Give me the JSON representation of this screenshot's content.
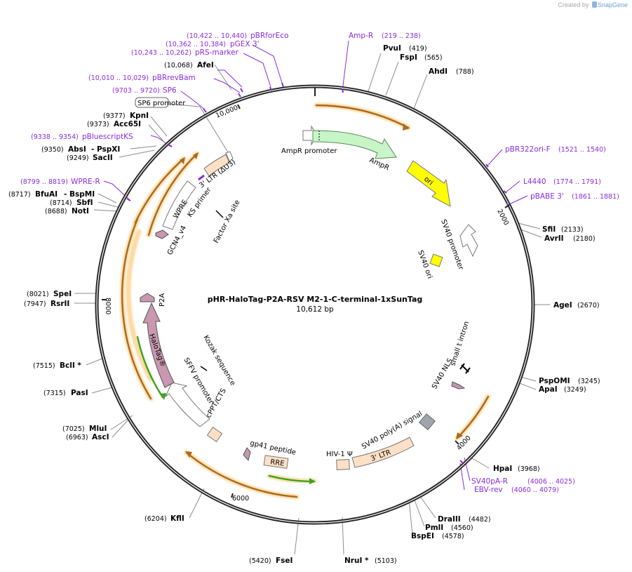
{
  "header": {
    "created_by": "Created by",
    "brand": "SnapGene"
  },
  "plasmid": {
    "name": "pHR-HaloTag-P2A-RSV M2-1-C-terminal-1xSunTag",
    "size_label": "10,612 bp",
    "length": 10612
  },
  "colors": {
    "backbone": "#222222",
    "primer": "#8a2be2",
    "ampr": "#c8f5c8",
    "ori": "#ffff00",
    "ltr": "#fde0c5",
    "halotag": "#c897b0",
    "gray": "#a0a4ab",
    "orf_orange": "#a86b1f",
    "orf_green": "#3aa21a",
    "orf_glow": "#ffd9a0"
  },
  "ticks": [
    {
      "label": "2000"
    },
    {
      "label": "4000"
    },
    {
      "label": "6000"
    },
    {
      "label": "8000"
    },
    {
      "label": "10,000"
    }
  ],
  "enzymes": [
    {
      "name": "PvuI",
      "pos": "(419)"
    },
    {
      "name": "FspI",
      "pos": "(565)"
    },
    {
      "name": "AhdI",
      "pos": "(788)"
    },
    {
      "name": "SfiI",
      "pos": "(2133)"
    },
    {
      "name": "AvrII",
      "pos": "(2180)"
    },
    {
      "name": "AgeI",
      "pos": "(2670)"
    },
    {
      "name": "PspOMI",
      "pos": "(3245)"
    },
    {
      "name": "ApaI",
      "pos": "(3249)"
    },
    {
      "name": "HpaI",
      "pos": "(3968)"
    },
    {
      "name": "DraIII",
      "pos": "(4482)"
    },
    {
      "name": "PmlI",
      "pos": "(4560)"
    },
    {
      "name": "BspEI",
      "pos": "(4578)"
    },
    {
      "name": "NruI *",
      "pos": "(5103)"
    },
    {
      "name": "FseI",
      "pos": "(5420)"
    },
    {
      "name": "KflI",
      "pos": "(6204)"
    },
    {
      "name": "MluI",
      "pos": "(7025)"
    },
    {
      "name": "AscI",
      "pos": "(6963)"
    },
    {
      "name": "PasI",
      "pos": "(7315)"
    },
    {
      "name": "BclI *",
      "pos": "(7515)"
    },
    {
      "name": "SpeI",
      "pos": "(8021)"
    },
    {
      "name": "RsrII",
      "pos": "(7947)"
    },
    {
      "name": "BfuAI",
      "pos": "(8717)"
    },
    {
      "name": "- BspMI",
      "pos": ""
    },
    {
      "name": "SbfI",
      "pos": "(8714)"
    },
    {
      "name": "NotI",
      "pos": "(8688)"
    },
    {
      "name": "AbsI",
      "pos": "(9350)"
    },
    {
      "name": "- PspXI",
      "pos": ""
    },
    {
      "name": "SacII",
      "pos": "(9249)"
    },
    {
      "name": "KpnI",
      "pos": "(9377)"
    },
    {
      "name": "Acc65I",
      "pos": "(9373)"
    },
    {
      "name": "AfeI",
      "pos": "(10,068)"
    }
  ],
  "primers": [
    {
      "name": "Amp-R",
      "pos": "(219 .. 238)"
    },
    {
      "name": "pBRforEco",
      "pos": "(10,422 .. 10,440)"
    },
    {
      "name": "pGEX 3'",
      "pos": "(10,362 .. 10,384)"
    },
    {
      "name": "pRS-marker",
      "pos": "(10,243 .. 10,262)"
    },
    {
      "name": "pBRrevBam",
      "pos": "(10,010 .. 10,029)"
    },
    {
      "name": "SP6",
      "pos": "(9703 .. 9720)"
    },
    {
      "name": "pBluescriptKS",
      "pos": "(9338 .. 9354)"
    },
    {
      "name": "WPRE-R",
      "pos": "(8799 .. 8819)"
    },
    {
      "name": "pBR322ori-F",
      "pos": "(1521 .. 1540)"
    },
    {
      "name": "L4440",
      "pos": "(1774 .. 1791)"
    },
    {
      "name": "pBABE 3'",
      "pos": "(1861 .. 1881)"
    },
    {
      "name": "SV40pA-R",
      "pos": "(4006 .. 4025)"
    },
    {
      "name": "EBV-rev",
      "pos": "(4060 .. 4079)"
    }
  ],
  "features": {
    "sp6_promoter": "SP6 promoter",
    "ampr_promoter": "AmpR promoter",
    "ampr": "AmpR",
    "ori": "ori",
    "sv40_promoter": "SV40 promoter",
    "sv40_ori": "SV40 ori",
    "small_t_intron": "small t intron",
    "sv40_nls": "SV40 NLS",
    "sv40_polya": "SV40 poly(A) signal",
    "ltr3": "3' LTR",
    "hiv1_psi": "HIV-1 Ψ",
    "rre": "RRE",
    "gp41": "gp41 peptide",
    "cppt": "cPPT/CTS",
    "sffv": "SFFV promoter",
    "kozak": "Kozak sequence",
    "halotag": "HaloTag®",
    "p2a": "P2A",
    "gcn4": "GCN4_v4",
    "wpre": "WPRE",
    "ks_primer": "KS primer",
    "ltr3_du3": "3' LTR (ΔU3)",
    "factor_xa": "Factor Xa site"
  }
}
